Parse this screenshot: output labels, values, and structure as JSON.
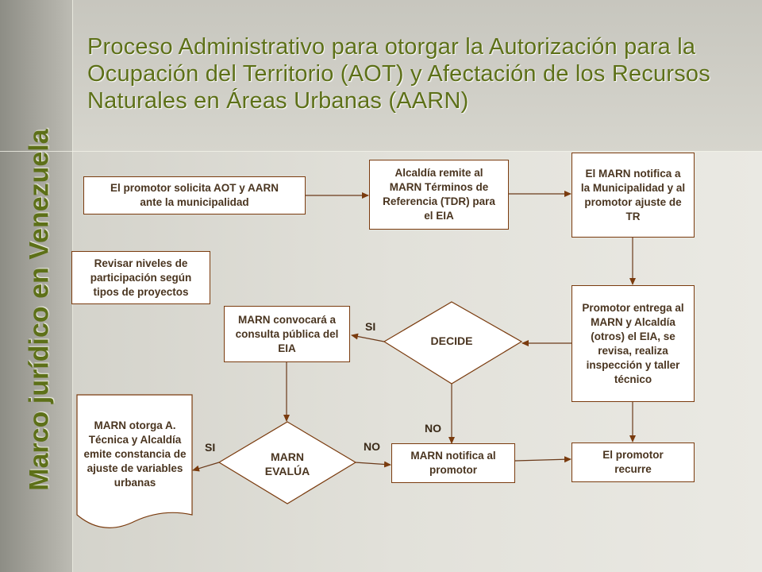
{
  "title": "Proceso Administrativo para otorgar la Autorización para la Ocupación del Territorio (AOT) y Afectación de los Recursos Naturales en Áreas Urbanas (AARN)",
  "side_title": "Marco jurídico en Venezuela",
  "nodes": {
    "solicita": "El promotor solicita AOT y AARN ante la municipalidad",
    "alcaldia_remite": "Alcaldía remite al MARN Términos de Referencia (TDR) para el EIA",
    "marn_notifica_tr": "El MARN notifica a la Municipalidad y al promotor ajuste de TR",
    "revisar": "Revisar niveles de participación según tipos de proyectos",
    "promotor_entrega": "Promotor entrega al MARN y Alcaldía (otros) el EIA, se revisa, realiza inspección y taller técnico",
    "decide": "DECIDE",
    "consulta": "MARN convocará a consulta pública del EIA",
    "evalua": "MARN EVALÚA",
    "otorga": "MARN otorga A. Técnica y Alcaldía emite constancia de ajuste de variables urbanas",
    "notifica_promotor": "MARN notifica al promotor",
    "recurre": "El promotor recurre"
  },
  "edge_labels": {
    "decide_si": "SI",
    "decide_no": "NO",
    "evalua_si": "SI",
    "evalua_no": "NO"
  }
}
